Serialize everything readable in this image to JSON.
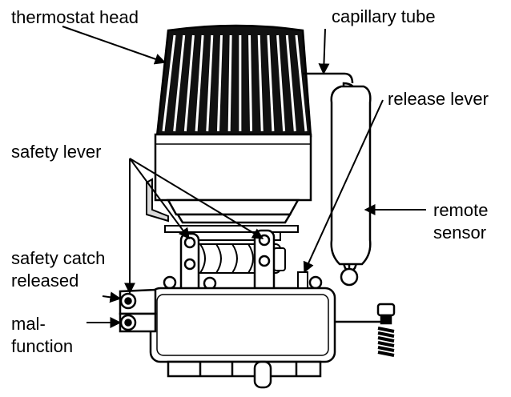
{
  "labels": {
    "thermostat_head": "thermostat head",
    "capillary_tube": "capillary tube",
    "release_lever": "release lever",
    "safety_lever": "safety lever",
    "remote_sensor_line1": "remote",
    "remote_sensor_line2": "sensor",
    "safety_catch_line1": "safety catch",
    "safety_catch_line2": "released",
    "malfunction_line1": "mal-",
    "malfunction_line2": "function"
  },
  "colors": {
    "ink": "#000000",
    "paper": "#ffffff",
    "shade": "#d8d8d8"
  }
}
